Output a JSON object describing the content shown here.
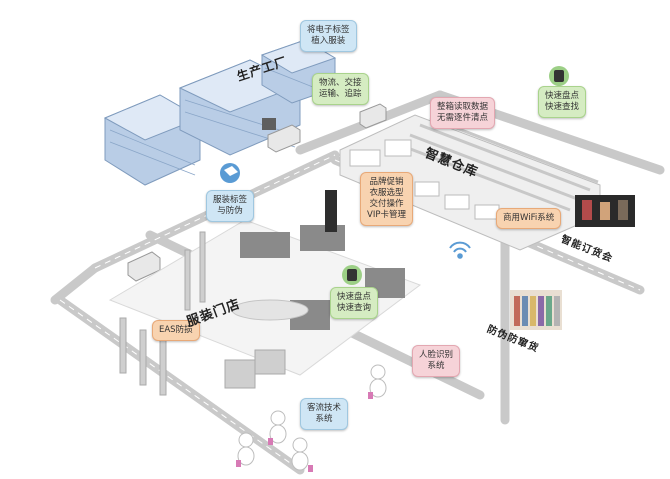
{
  "callouts": {
    "rfid_tag": [
      "将电子标签",
      "植入服装"
    ],
    "logistics": [
      "物流、交接",
      "运输、追踪"
    ],
    "batch_read": [
      "整箱读取数据",
      "无需逐件清点"
    ],
    "quick_inventory_top": [
      "快速盘点",
      "快速查找"
    ],
    "tag_security": [
      "服装标签",
      "与防伪"
    ],
    "brand_promo": [
      "品牌促销",
      "衣服选型",
      "交付操作",
      "VIP卡管理"
    ],
    "wifi": [
      "商用WiFi系统"
    ],
    "quick_inventory_store": [
      "快速盘点",
      "快速查询"
    ],
    "eas": [
      "EAS防损"
    ],
    "face_id": [
      "人脸识别",
      "系统"
    ],
    "people_count": [
      "客流技术",
      "系统"
    ]
  },
  "labels": {
    "factory": "生产工厂",
    "warehouse": "智慧仓库",
    "store": "服装门店",
    "smart_ordering": "智能订货会",
    "anti_counterfeit": "防伪防窜货"
  },
  "colors": {
    "callout_blue": "#cfe6f5",
    "callout_green": "#d5ecc2",
    "callout_pink": "#f6d3d8",
    "callout_orange": "#f8d3b0",
    "road": "#c9c9c9",
    "building": "#b9cde6"
  }
}
